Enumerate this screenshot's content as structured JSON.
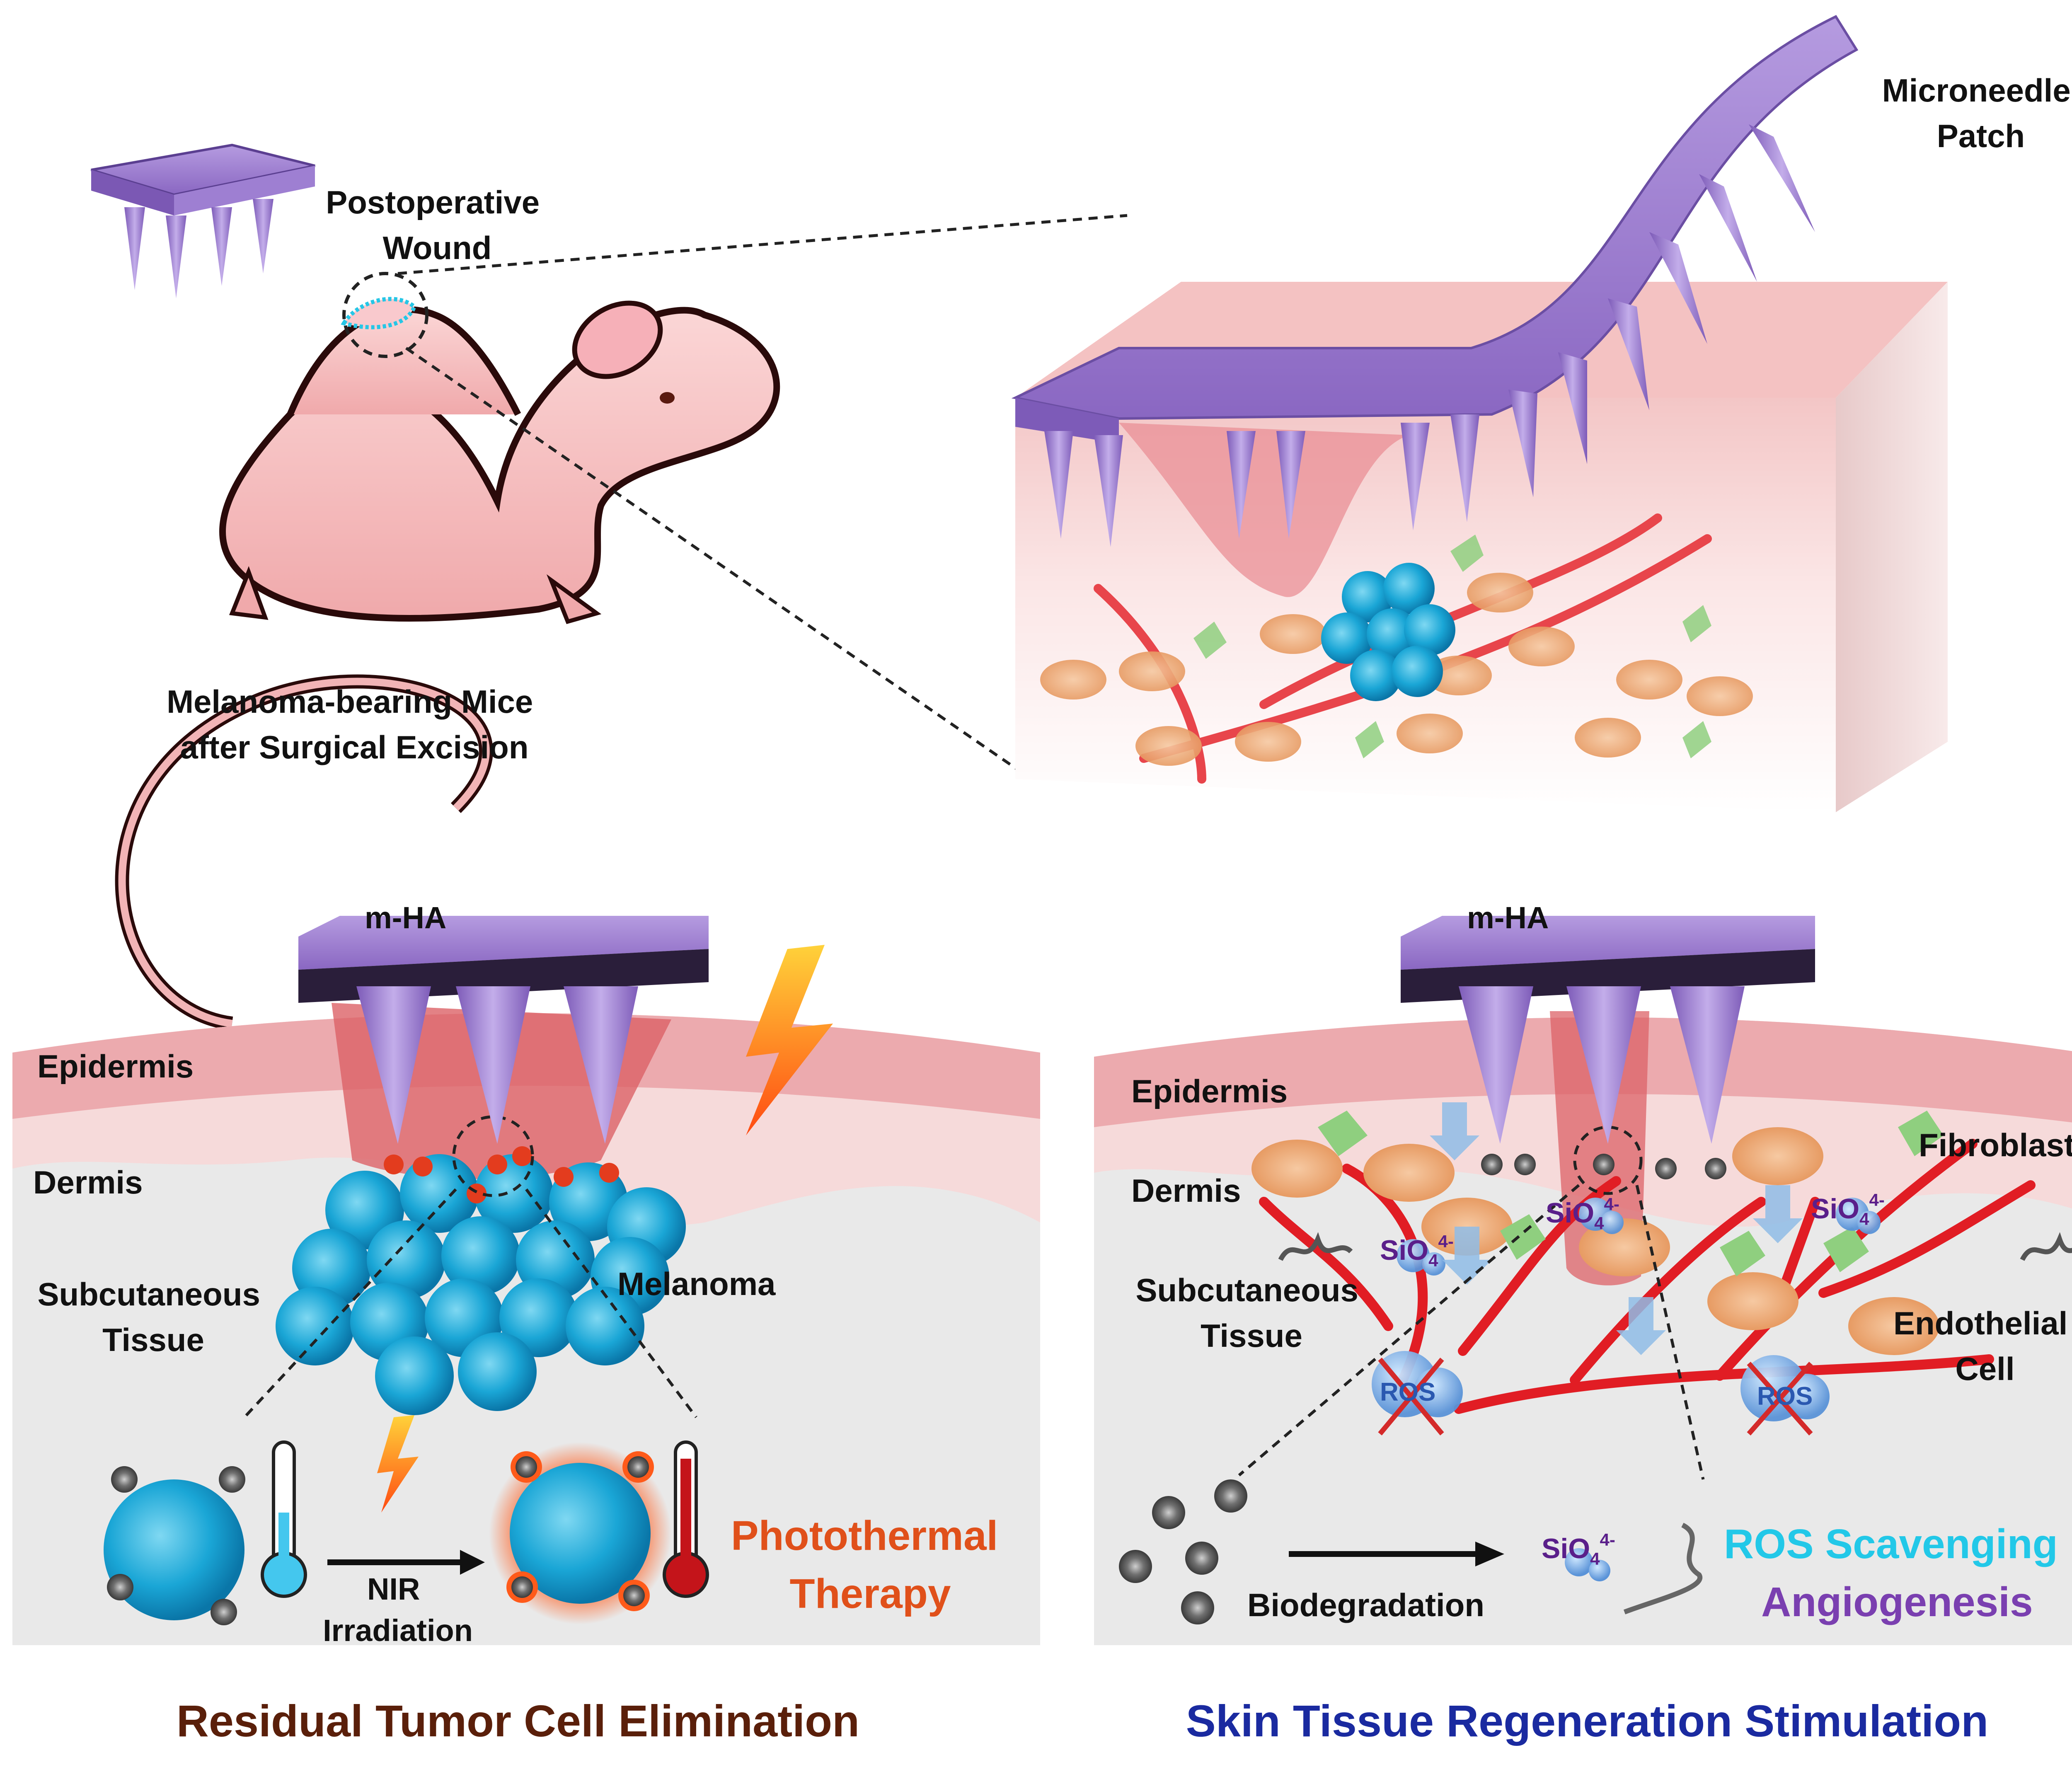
{
  "colors": {
    "patch_purple": "#9b7bd0",
    "patch_dark": "#3a2a55",
    "skin_pink": "#f2c1c1",
    "epidermis": "#ecaaae",
    "dermis": "#f6dada",
    "subcutaneous": "#e6e6e6",
    "melanoma_blue": "#1aa6d6",
    "vessel_red": "#e11d24",
    "title_red": "#e0501a",
    "title_blue": "#1a2aa0",
    "ros_cyan": "#22c8e8",
    "angio_purple": "#7a3fb0",
    "sio_purple": "#5a1f8a"
  },
  "top": {
    "microneedle_patch": [
      "Microneedle",
      "Patch"
    ],
    "postoperative_wound": [
      "Postoperative",
      "Wound"
    ],
    "mice_caption": [
      "Melanoma-bearing Mice",
      "after Surgical Excision"
    ]
  },
  "left_panel": {
    "patch_label": "m-HA",
    "epidermis": "Epidermis",
    "dermis": "Dermis",
    "subcutaneous": [
      "Subcutaneous",
      "Tissue"
    ],
    "melanoma": "Melanoma",
    "nir": [
      "NIR",
      "Irradiation"
    ],
    "ptt": [
      "Photothermal",
      "Therapy"
    ],
    "title": "Residual Tumor Cell Elimination"
  },
  "right_panel": {
    "patch_label": "m-HA",
    "epidermis": "Epidermis",
    "dermis": "Dermis",
    "subcutaneous": [
      "Subcutaneous",
      "Tissue"
    ],
    "fibroblast": "Fibroblast",
    "endothelial": [
      "Endothelial",
      "Cell"
    ],
    "silicate": "SiO",
    "silicate_sub": "4",
    "silicate_sup": "4-",
    "ros": "ROS",
    "biodegradation": "Biodegradation",
    "ros_scavenging": "ROS Scavenging",
    "angiogenesis": "Angiogenesis",
    "title": "Skin Tissue Regeneration Stimulation"
  }
}
